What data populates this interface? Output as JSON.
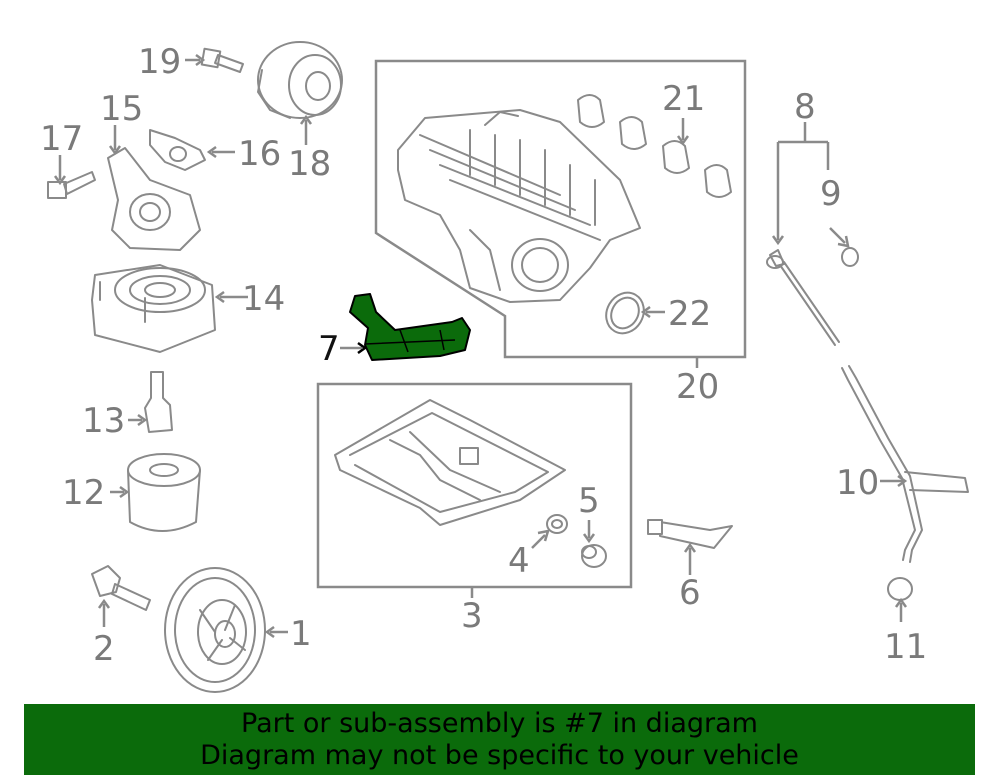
{
  "labels": {
    "l1": "1",
    "l2": "2",
    "l3": "3",
    "l4": "4",
    "l5": "5",
    "l6": "6",
    "l7": "7",
    "l8": "8",
    "l9": "9",
    "l10": "10",
    "l11": "11",
    "l12": "12",
    "l13": "13",
    "l14": "14",
    "l15": "15",
    "l16": "16",
    "l17": "17",
    "l18": "18",
    "l19": "19",
    "l20": "20",
    "l21": "21",
    "l22": "22"
  },
  "highlight": {
    "part_number": "7",
    "color": "#0b6b0b"
  },
  "footer": {
    "line1": "Part or sub-assembly is #7 in diagram",
    "line2": "Diagram may not be specific to your vehicle"
  }
}
